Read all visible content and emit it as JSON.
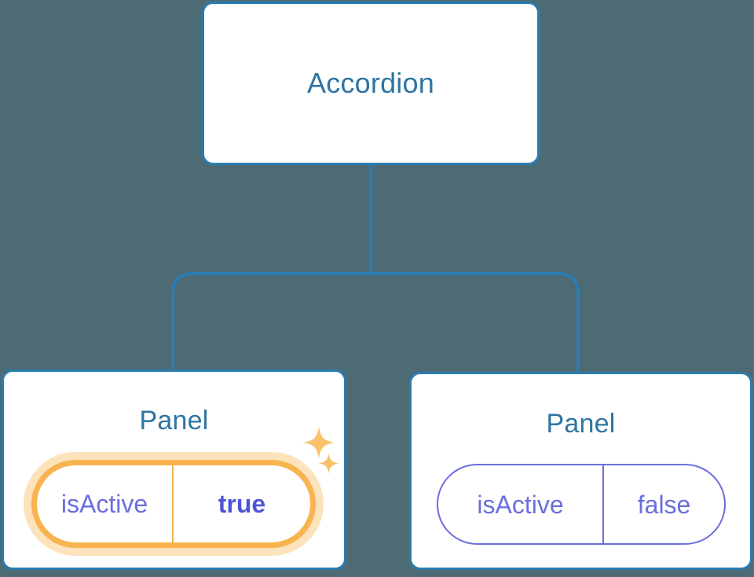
{
  "canvas": {
    "background_color": "#4d6b74",
    "connector_color": "#2b7cb0"
  },
  "tree": {
    "root": {
      "title": "Accordion",
      "title_color": "#2e75a3",
      "border_color": "#2b7cb0"
    },
    "children": [
      {
        "title": "Panel",
        "highlighted": true,
        "prop": {
          "key": "isActive",
          "value": "true",
          "key_color": "#6b6ede",
          "value_color": "#4f54d6",
          "border_color": "#f7b44f",
          "glow_color": "#fce3bb"
        },
        "decorations": [
          "sparkle-icon",
          "sparkle-icon"
        ]
      },
      {
        "title": "Panel",
        "highlighted": false,
        "prop": {
          "key": "isActive",
          "value": "false",
          "key_color": "#6b6ede",
          "value_color": "#6b6ede",
          "border_color": "#6b6ede"
        }
      }
    ]
  }
}
